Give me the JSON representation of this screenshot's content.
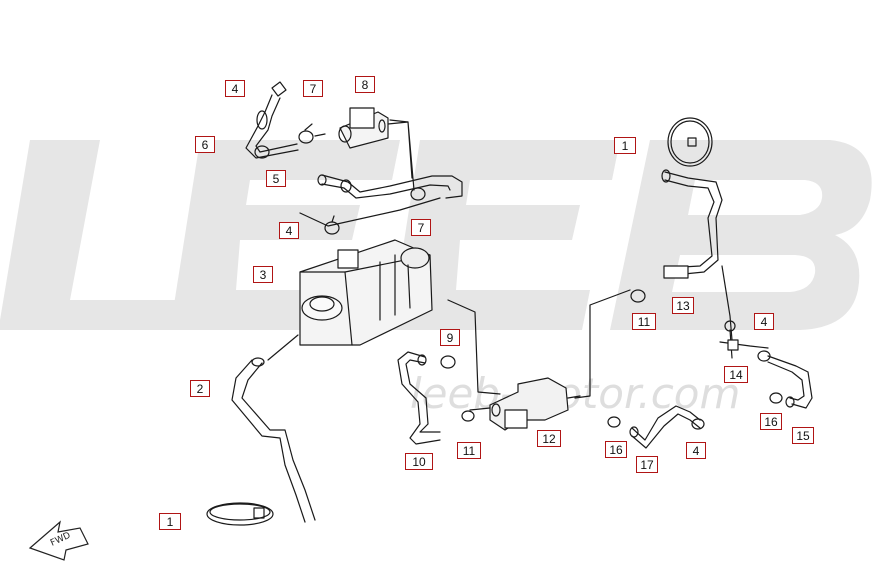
{
  "diagram": {
    "callouts": [
      "4",
      "7",
      "8",
      "6",
      "5",
      "4",
      "7",
      "3",
      "9",
      "2",
      "10",
      "11",
      "12",
      "1",
      "1",
      "11",
      "13",
      "4",
      "14",
      "16",
      "15",
      "16",
      "17",
      "4"
    ],
    "logo_text": "LEEB",
    "watermark": "leeb-motor.com",
    "fwd_label": "FWD",
    "colors": {
      "callout_border": "#b01515",
      "line": "#1a1a1a",
      "watermark": "#e6e6e6"
    }
  }
}
